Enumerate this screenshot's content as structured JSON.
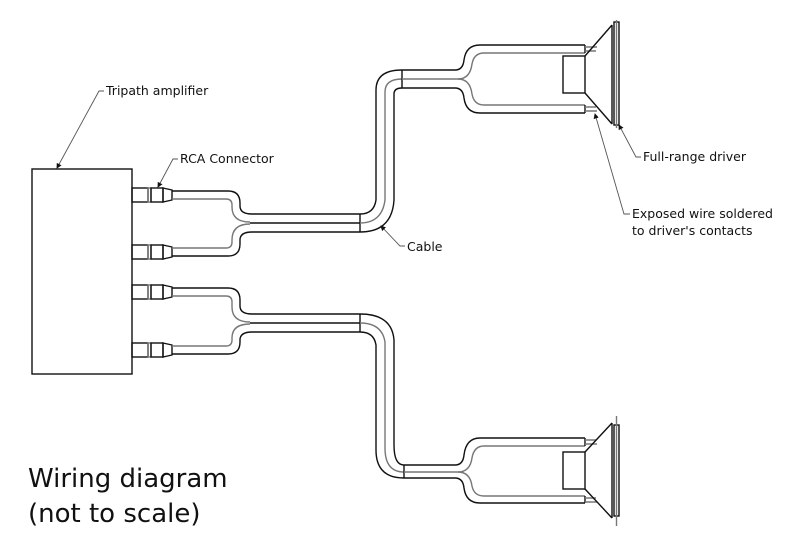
{
  "title": {
    "line1": "Wiring diagram",
    "line2": "(not to scale)"
  },
  "labels": {
    "amplifier": "Tripath amplifier",
    "rca": "RCA Connector",
    "cable": "Cable",
    "driver": "Full-range driver",
    "exposed_line1": "Exposed wire soldered",
    "exposed_line2": "to driver's contacts"
  },
  "components": {
    "amplifier_outputs": 4,
    "cables": 2,
    "drivers": 2
  },
  "colors": {
    "line": "#111111",
    "secondary_line": "#777777",
    "background": "#ffffff"
  }
}
